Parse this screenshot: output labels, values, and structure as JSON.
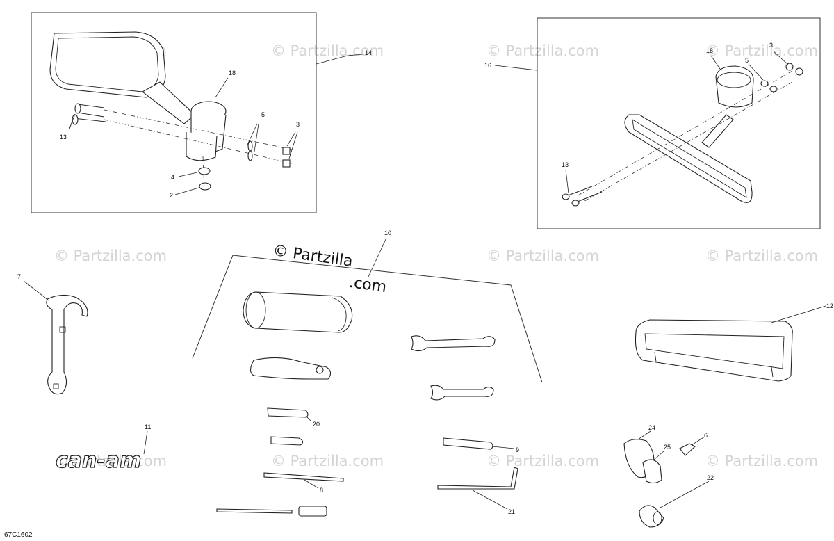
{
  "watermark": {
    "text": "© Partzilla.com",
    "repeat_text": "© Partzilla.com"
  },
  "main_watermark": {
    "line1": "© Partzilla",
    "line2": ".com"
  },
  "logo_text": "can-am",
  "diagram_code": "67C1602",
  "callouts": {
    "c14": "14",
    "c18a": "18",
    "c5a": "5",
    "c3a": "3",
    "c13a": "13",
    "c4": "4",
    "c2": "2",
    "c16": "16",
    "c18b": "18",
    "c5b": "5",
    "c3b": "3",
    "c13b": "13",
    "c10": "10",
    "c7": "7",
    "c12": "12",
    "c11": "11",
    "c20": "20",
    "c9": "9",
    "c8": "8",
    "c21": "21",
    "c24": "24",
    "c25": "25",
    "c6": "6",
    "c22": "22"
  }
}
